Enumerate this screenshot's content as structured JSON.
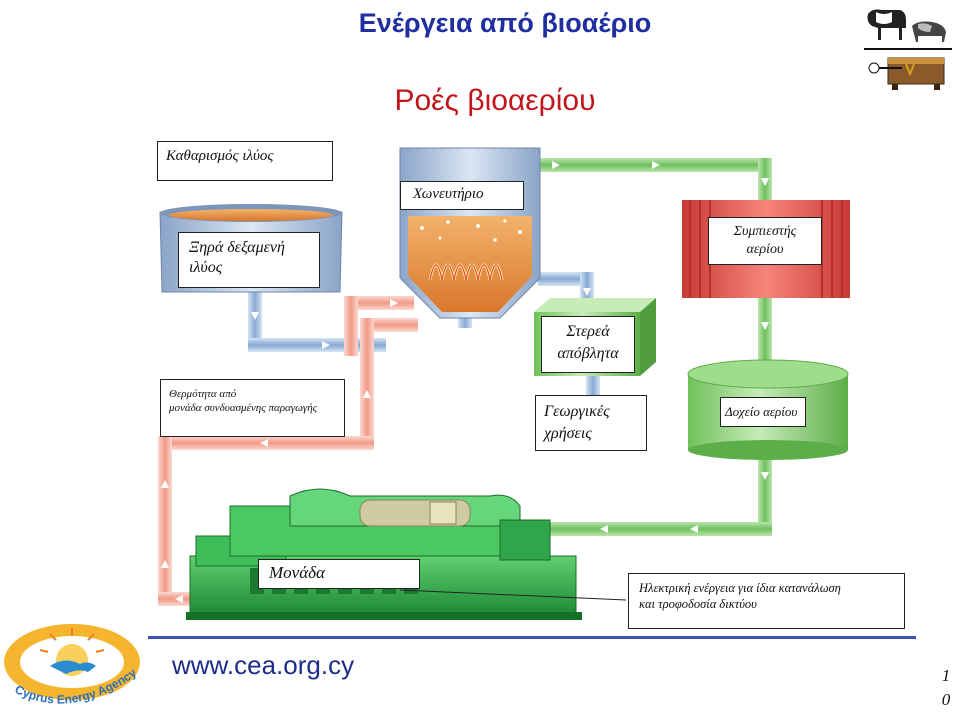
{
  "header": {
    "title": "Ενέργεια από βιοαέριο",
    "subtitle": "Ροές βιοαερίου"
  },
  "labels": {
    "sludge_treatment": "Καθαρισμός ιλύος",
    "digester": "Χωνευτήριο",
    "dry_tank_line1": "Ξηρά δεξαμενή",
    "dry_tank_line2": "ιλύος",
    "compressor_line1": "Συμπιεστής",
    "compressor_line2": "αερίου",
    "solid_waste_line1": "Στερεά",
    "solid_waste_line2": "απόβλητα",
    "chp_heat_line1": "Θερμότητα από",
    "chp_heat_line2": "μονάδα συνδυασμένης παραγωγής",
    "agri_line1": "Γεωργικές",
    "agri_line2": "χρήσεις",
    "gas_tank": "Δοχείο αερίου",
    "unit": "Μονάδα",
    "electricity_line1": "Ηλεκτρική ενέργεια για ίδια κατανάλωση",
    "electricity_line2": "και τροφοδοσία δικτύου"
  },
  "footer": {
    "url": "www.cea.org.cy",
    "page_line1": "1",
    "page_line2": "0",
    "logo_text": "Cyprus Energy Agency"
  },
  "colors": {
    "title": "#1f2fa0",
    "subtitle": "#c0161c",
    "gas_pipe": "#7cc46c",
    "sludge_pipe": "#8fb3d9",
    "heat_pipe": "#f4a79a",
    "tank_green": "#8fd07a",
    "compressor_red": "#e8504a",
    "engine_green": "#2ea84a",
    "footer_rule": "#3a52b8"
  }
}
